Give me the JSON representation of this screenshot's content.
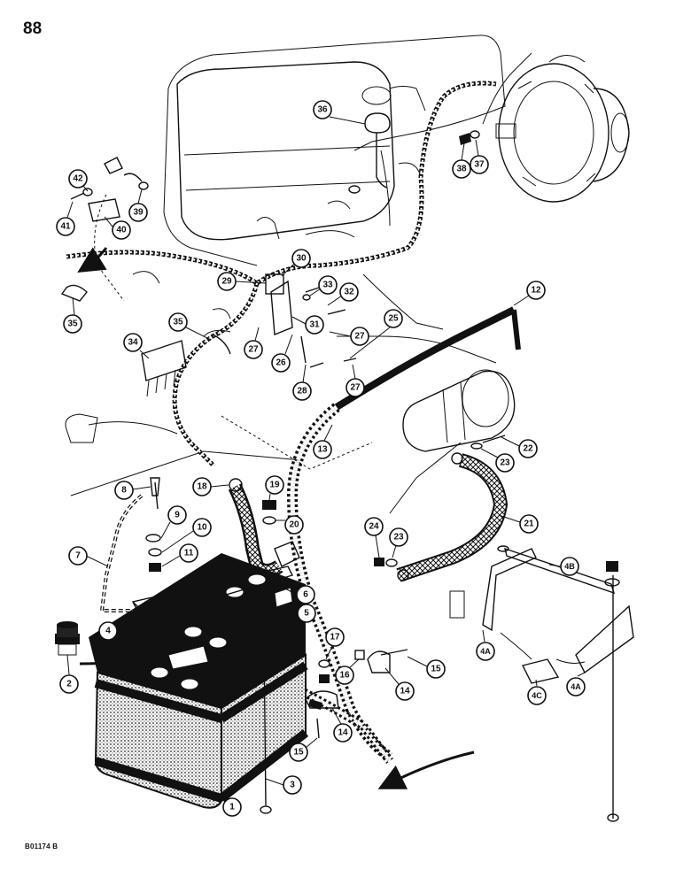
{
  "page": {
    "number": "88",
    "figure_code": "B01174 B"
  },
  "callouts": {
    "c1": "1",
    "c2": "2",
    "c3": "3",
    "c4": "4",
    "c4a1": "4A",
    "c4a2": "4A",
    "c4b": "4B",
    "c4c": "4C",
    "c5": "5",
    "c6": "6",
    "c7": "7",
    "c8": "8",
    "c9": "9",
    "c10": "10",
    "c11": "11",
    "c12": "12",
    "c13": "13",
    "c14a": "14",
    "c14b": "14",
    "c15a": "15",
    "c15b": "15",
    "c16": "16",
    "c17": "17",
    "c18": "18",
    "c19": "19",
    "c20": "20",
    "c21": "21",
    "c22": "22",
    "c23a": "23",
    "c23b": "23",
    "c24": "24",
    "c25": "25",
    "c26": "26",
    "c27a": "27",
    "c27b": "27",
    "c27c": "27",
    "c28": "28",
    "c29": "29",
    "c30": "30",
    "c31": "31",
    "c32": "32",
    "c33": "33",
    "c34": "34",
    "c35a": "35",
    "c35b": "35",
    "c36": "36",
    "c37": "37",
    "c38": "38",
    "c39": "39",
    "c40": "40",
    "c41": "41",
    "c42": "42"
  }
}
